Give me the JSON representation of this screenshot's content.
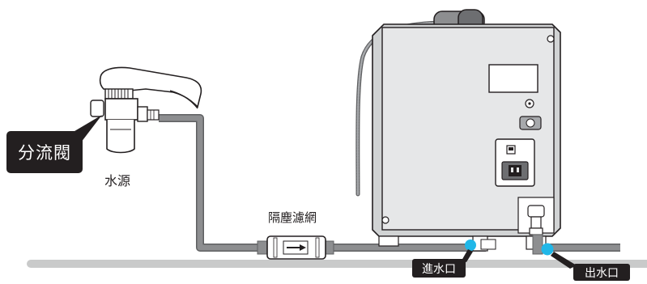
{
  "labels": {
    "diverter_valve": "分流閥",
    "water_source": "水源",
    "sediment_filter": "隔塵濾網",
    "water_inlet": "進水口",
    "water_outlet": "出水口"
  },
  "colors": {
    "pipe": "#8d8e90",
    "pipe_edge": "#5f6062",
    "floor": "#c9caca",
    "device_body": "#e6e7e8",
    "device_outline": "#231f20",
    "connector_highlight": "#21b7e8",
    "callout_bg": "#231f20",
    "callout_text": "#ffffff"
  },
  "icons": {
    "faucet": "faucet-icon",
    "filter_arrow": "arrow-right-icon",
    "power_switch": "power-switch-icon",
    "power_socket": "power-socket-icon"
  }
}
